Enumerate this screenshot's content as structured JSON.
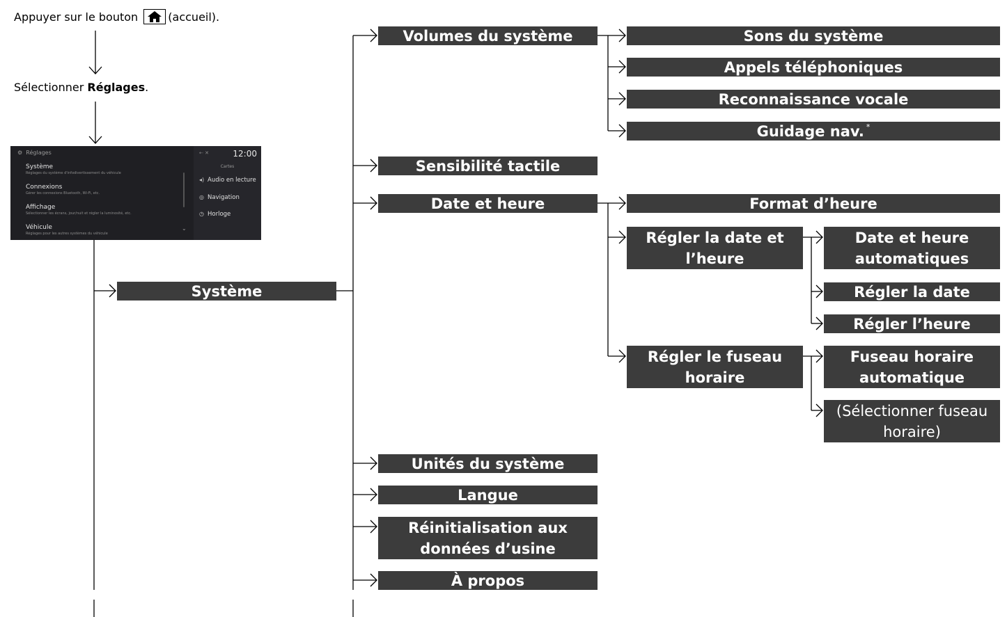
{
  "intro": {
    "step1_before": "Appuyer sur le bouton",
    "step1_after": "(accueil).",
    "step2_before": "Sélectionner ",
    "step2_bold": "Réglages",
    "step2_after": "."
  },
  "screen": {
    "header": "Réglages",
    "clock": "12:00",
    "items": [
      {
        "title": "Système",
        "subtitle": "Réglages du système d'infodivertissement du véhicule"
      },
      {
        "title": "Connexions",
        "subtitle": "Gérer les connexions Bluetooth, Wi-Fi, etc."
      },
      {
        "title": "Affichage",
        "subtitle": "Sélectionner les écrans, jour/nuit et régler la luminosité, etc."
      },
      {
        "title": "Véhicule",
        "subtitle": "Réglages pour les autres systèmes du véhicule"
      }
    ],
    "right_header": "Cartes",
    "right_items": [
      {
        "icon": "speaker-icon",
        "label": "Audio en lecture"
      },
      {
        "icon": "navigation-icon",
        "label": "Navigation"
      },
      {
        "icon": "clock-icon",
        "label": "Horloge"
      }
    ]
  },
  "tree": {
    "root": "Système",
    "level1": {
      "volumes": "Volumes du système",
      "sensibilite": "Sensibilité tactile",
      "date_heure": "Date et heure",
      "unites": "Unités du système",
      "langue": "Langue",
      "reinit_line1": "Réinitialisation aux",
      "reinit_line2": "données d’usine",
      "apropos": "À propos"
    },
    "volumes_children": {
      "sons": "Sons du système",
      "appels": "Appels téléphoniques",
      "reconnaissance": "Reconnaissance vocale",
      "guidage": "Guidage nav.",
      "guidage_mark": "*"
    },
    "date_children": {
      "format": "Format d’heure",
      "regler_date_heure_line1": "Régler la date et",
      "regler_date_heure_line2": "l’heure",
      "fuseau_line1": "Régler le fuseau",
      "fuseau_line2": "horaire"
    },
    "regler_children": {
      "auto_line1": "Date et heure",
      "auto_line2": "automatiques",
      "date": "Régler la date",
      "heure": "Régler l’heure"
    },
    "fuseau_children": {
      "auto_line1": "Fuseau horaire",
      "auto_line2": "automatique",
      "select_line1": "(Sélectionner fuseau",
      "select_line2": "horaire)"
    }
  }
}
